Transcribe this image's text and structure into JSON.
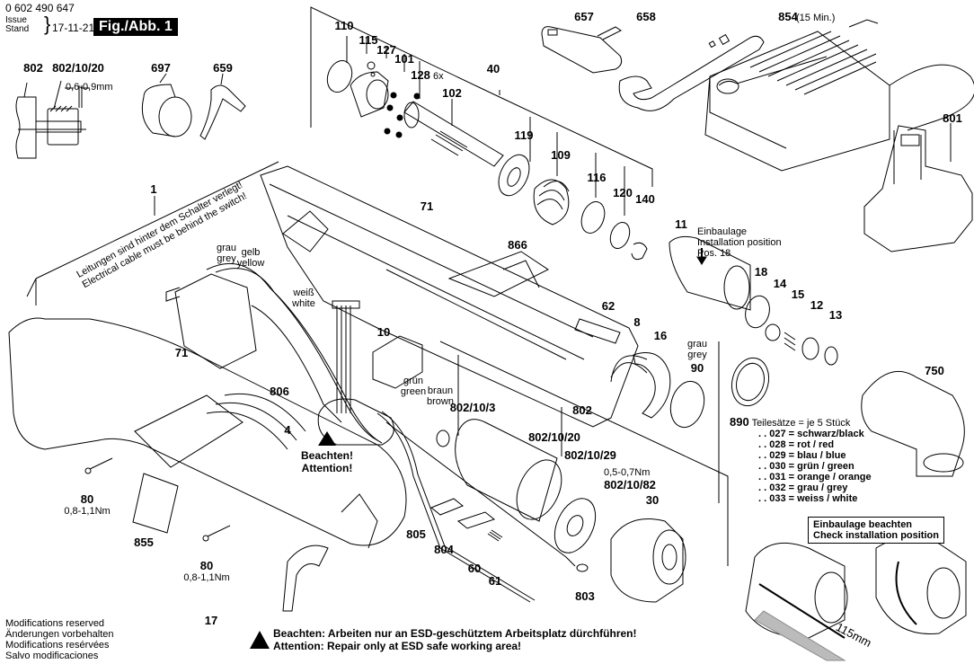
{
  "header": {
    "part_number": "0 602 490 647",
    "issue_label_en": "Issue",
    "issue_label_de": "Stand",
    "issue_date": "17-11-21",
    "figure_label": "Fig./Abb. 1"
  },
  "callouts": {
    "c802": "802",
    "c802_10_20": "802/10/20",
    "gap": "0,6-0,9mm",
    "c697": "697",
    "c659": "659",
    "c110": "110",
    "c115": "115",
    "c127": "127",
    "c101": "101",
    "c128": "128",
    "c128_qty": "6x",
    "c102": "102",
    "c40": "40",
    "c657": "657",
    "c658": "658",
    "c854": "854",
    "c854_note": "(15 Min.)",
    "c801": "801",
    "c119": "119",
    "c109": "109",
    "c116": "116",
    "c120": "120",
    "c140": "140",
    "c1": "1",
    "c71a": "71",
    "c71b": "71",
    "c866": "866",
    "c11": "11",
    "c18": "18",
    "c14": "14",
    "c15": "15",
    "c12": "12",
    "c13": "13",
    "c62": "62",
    "c8": "8",
    "c16": "16",
    "c90": "90",
    "c10": "10",
    "c806": "806",
    "c4": "4",
    "c802_10_3": "802/10/3",
    "c802b": "802",
    "c802_10_20b": "802/10/20",
    "c802_10_29": "802/10/29",
    "torque_small": "0,5-0,7Nm",
    "c802_10_82": "802/10/82",
    "c30": "30",
    "c750": "750",
    "c890": "890",
    "c80a": "80",
    "c80b": "80",
    "torque_80": "0,8-1,1Nm",
    "c855": "855",
    "c805": "805",
    "c804": "804",
    "c60": "60",
    "c61": "61",
    "c803": "803",
    "c17": "17"
  },
  "wire_labels": {
    "grey_de": "grau",
    "grey_en": "grey",
    "yellow_de": "gelb",
    "yellow_en": "yellow",
    "white_de": "weiß",
    "white_en": "white",
    "green_de": "grün",
    "green_en": "green",
    "brown_de": "braun",
    "brown_en": "brown",
    "grey90_de": "grau",
    "grey90_en": "grey"
  },
  "notes": {
    "cable_de": "Leitungen sind hinter dem Schalter verlegt!",
    "cable_en": "Electrical cable must be behind the switch!",
    "install_de": "Einbaulage",
    "install_en": "Installation position",
    "install_pos": "Pos. 18",
    "attention_de": "Beachten!",
    "attention_en": "Attention!",
    "check_de": "Einbaulage beachten",
    "check_en": "Check installation position",
    "length": "115mm"
  },
  "kit_legend": {
    "number": "890",
    "title": "Teilesätze = je 5 Stück",
    "items": [
      ". . 027 = schwarz/black",
      ". . 028 = rot / red",
      ". . 029 = blau / blue",
      ". . 030 = grün / green",
      ". . 031 = orange / orange",
      ". . 032 = grau / grey",
      ". . 033 = weiss / white"
    ]
  },
  "footer": {
    "modifications": [
      "Modifications reserved",
      "Änderungen vorbehalten",
      "Modifications resérvées",
      "Salvo modificaciones"
    ],
    "esd_de": "Beachten:  Arbeiten nur an ESD-geschütztem Arbeitsplatz dürchführen!",
    "esd_en": "Attention:  Repair only at ESD safe working area!"
  }
}
